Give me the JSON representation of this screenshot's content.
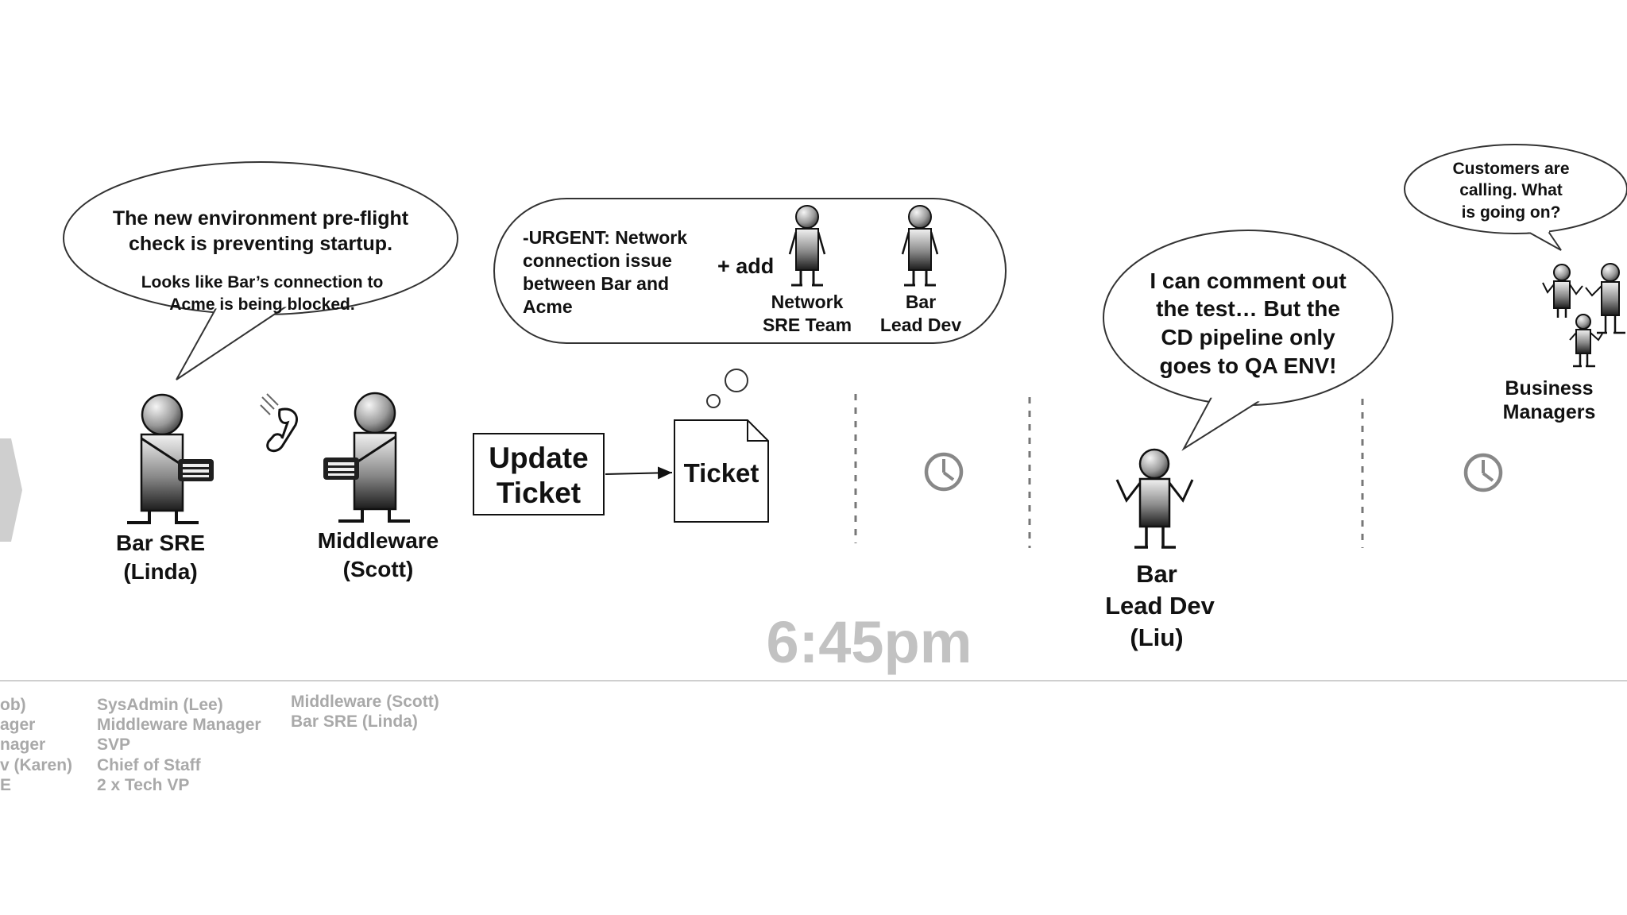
{
  "bubbles": {
    "linda": {
      "line1": "The new environment pre-flight",
      "line2": "check is preventing startup.",
      "line3": "Looks like Bar’s connection to",
      "line4": "Acme is being blocked."
    },
    "ticket": {
      "line1": "-URGENT: Network",
      "line2": "connection issue",
      "line3": "between Bar and",
      "line4": "Acme",
      "add": "+ add",
      "person1_line1": "Network",
      "person1_line2": "SRE Team",
      "person2_line1": "Bar",
      "person2_line2": "Lead Dev"
    },
    "liu": {
      "line1": "I can comment out",
      "line2": "the test… But the",
      "line3": "CD pipeline only",
      "line4": "goes to QA ENV!"
    },
    "business": {
      "line1": "Customers are",
      "line2": "calling. What",
      "line3": "is going on?"
    }
  },
  "people": {
    "linda": {
      "line1": "Bar SRE",
      "line2": "(Linda)"
    },
    "scott": {
      "line1": "Middleware",
      "line2": "(Scott)"
    },
    "liu": {
      "line1": "Bar",
      "line2": "Lead Dev",
      "line3": "(Liu)"
    },
    "business": {
      "line1": "Business",
      "line2": "Managers"
    }
  },
  "flow": {
    "update_ticket_line1": "Update",
    "update_ticket_line2": "Ticket",
    "ticket": "Ticket"
  },
  "time": "6:45pm",
  "roster": {
    "col1": [
      "ob)",
      "ager",
      "nager",
      "v (Karen)",
      "E"
    ],
    "col2": [
      "SysAdmin (Lee)",
      "Middleware Manager",
      "SVP",
      "Chief of Staff",
      "2 x Tech VP"
    ],
    "col3": [
      "Middleware (Scott)",
      "Bar SRE (Linda)"
    ]
  },
  "colors": {
    "muted": "#a9a9a9",
    "line": "#333333"
  },
  "icons": [
    "stick-figure",
    "phone-icon",
    "keyboard-icon",
    "clock-icon",
    "arrow-icon",
    "document-icon"
  ]
}
